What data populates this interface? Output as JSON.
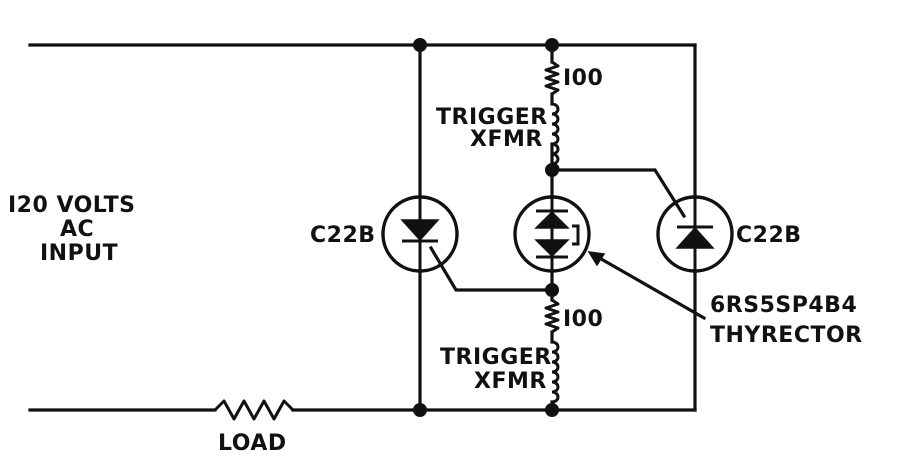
{
  "labels": {
    "input_line1": "I20 VOLTS",
    "input_line2": "AC",
    "input_line3": "INPUT",
    "load": "LOAD",
    "scr_left": "C22B",
    "scr_right": "C22B",
    "res_top": "I00",
    "res_bottom": "I00",
    "xfmr_top_line1": "TRIGGER",
    "xfmr_top_line2": "XFMR",
    "xfmr_bottom_line1": "TRIGGER",
    "xfmr_bottom_line2": "XFMR",
    "thyrector_line1": "6RS5SP4B4",
    "thyrector_line2": "THYRECTOR"
  }
}
